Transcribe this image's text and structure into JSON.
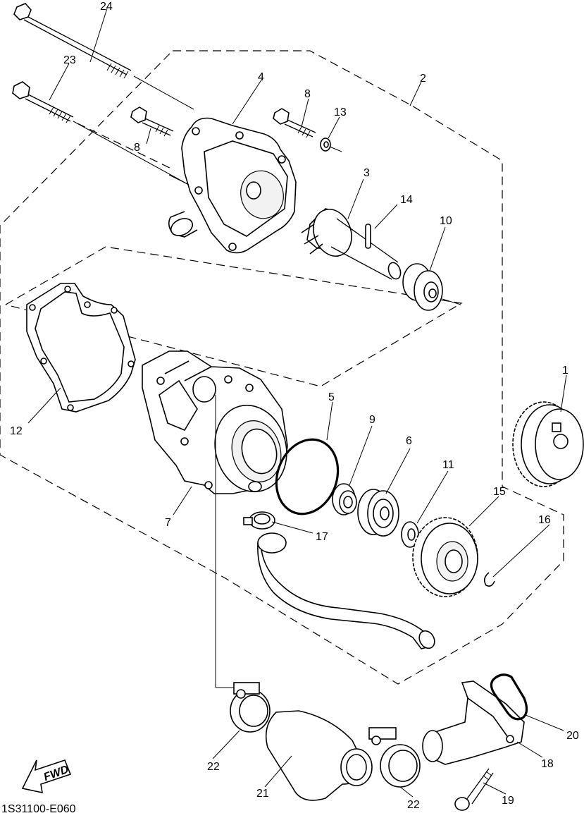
{
  "diagram": {
    "part_labels": {
      "p1": "1",
      "p2": "2",
      "p3": "3",
      "p4": "4",
      "p5": "5",
      "p6": "6",
      "p7": "7",
      "p8a": "8",
      "p8b": "8",
      "p9": "9",
      "p10": "10",
      "p11": "11",
      "p12": "12",
      "p13": "13",
      "p14": "14",
      "p15": "15",
      "p16": "16",
      "p17": "17",
      "p18": "18",
      "p19": "19",
      "p20": "20",
      "p21": "21",
      "p22a": "22",
      "p22b": "22",
      "p23": "23",
      "p24": "24"
    },
    "fwd_label": "FWD",
    "drawing_code": "1S31100-E060"
  }
}
